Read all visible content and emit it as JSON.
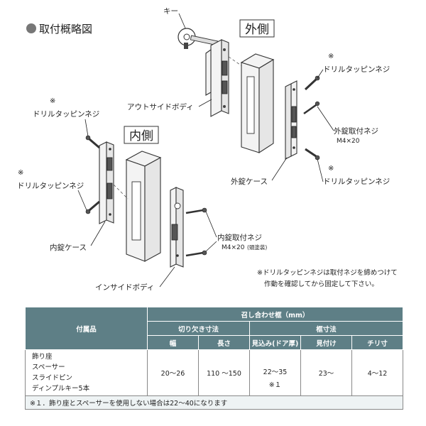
{
  "header": {
    "title": "取付概略図"
  },
  "labels": {
    "key": "キー",
    "outer_side": "外側",
    "inner_side": "内側",
    "outside_body": "アウトサイドボディ",
    "drill_screw": "ドリルタッピンネジ",
    "asterisk": "※",
    "outer_screw": "外錠取付ネジ",
    "outer_screw_size": "M4×20",
    "outer_case": "外錠ケース",
    "inner_case": "内錠ケース",
    "inner_screw": "内錠取付ネジ",
    "inner_screw_size": "M4×20",
    "inner_screw_note": "(頭塗装)",
    "inside_body": "インサイドボディ"
  },
  "note": {
    "line1": "※ドリルタッピンネジは取付ネジを締めつけて",
    "line2": "作動を確認してから固定して下さい。"
  },
  "table": {
    "header_accessory": "付属品",
    "header_frame": "召し合わせ框（mm）",
    "header_cutout": "切り欠き寸法",
    "header_frame_dims": "框寸法",
    "col_width": "幅",
    "col_length": "長さ",
    "col_depth": "見込み(ドア厚)",
    "col_visible": "見付け",
    "col_chiri": "チリ寸",
    "accessories": [
      "飾り座",
      "スペーサー",
      "スライドピン",
      "ディンプルキー5本"
    ],
    "width": "20〜26",
    "length": "110 〜150",
    "depth": "22〜35",
    "depth_note": "※１",
    "visible": "23〜",
    "chiri": "4〜12",
    "footnote": "※１．飾り座とスペーサーを使用しない場合は22〜40になります"
  }
}
